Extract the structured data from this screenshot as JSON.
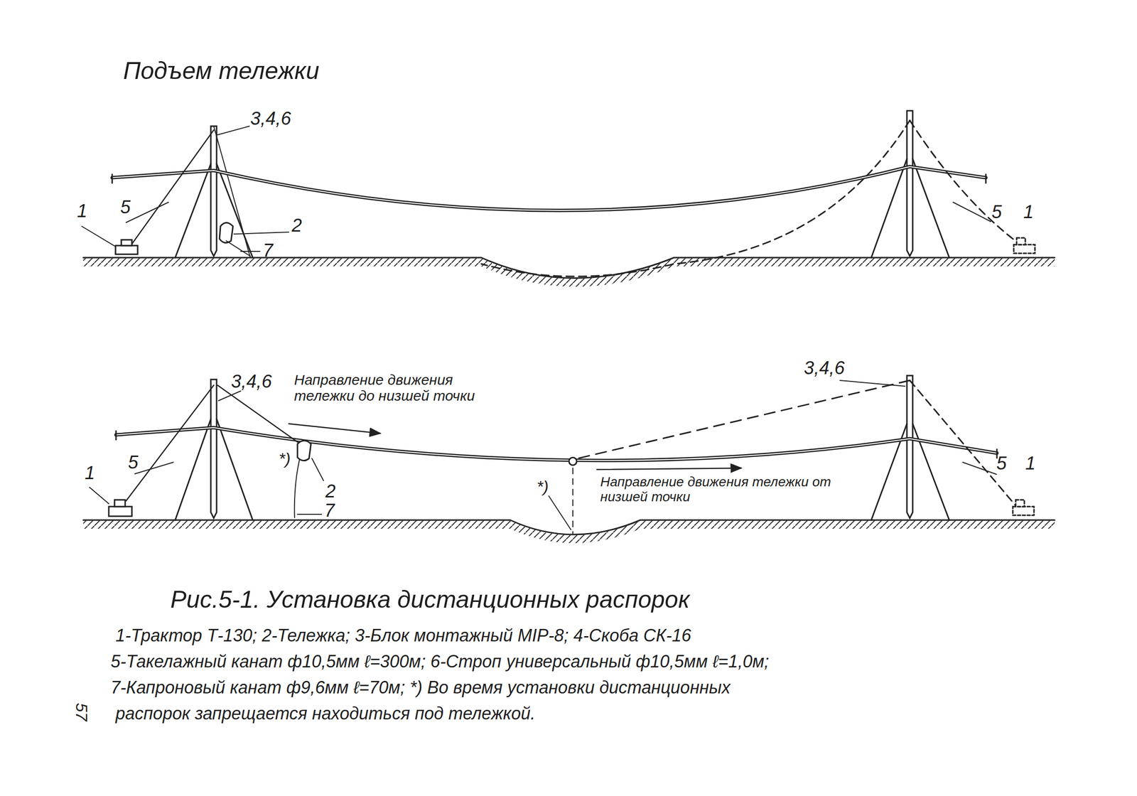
{
  "diagram": {
    "title": "Подъем тележки",
    "caption": "Рис.5-1. Установка дистанционных распорок",
    "labels": [
      "3,4,6",
      "1",
      "5",
      "2",
      "7",
      "5",
      "1",
      "3,4,6",
      "Направление движения тележки до низшей точки",
      "1",
      "5",
      "*)",
      "2",
      "7",
      "*)",
      "Направление движения тележки от низшей точки",
      "3,4,6",
      "5",
      "1",
      "1-Трактор Т-130; 2-Тележка; 3-Блок монтажный МIР-8; 4-Скоба СК-16",
      "5-Такелажный канат ф10,5мм ℓ=300м; 6-Строп универсальный ф10,5мм ℓ=1,0м;",
      "7-Капроновый канат ф9,6мм ℓ=70м; *) Во время установки дистанционных",
      "распорок запрещается находиться под тележкой.",
      "57"
    ]
  }
}
